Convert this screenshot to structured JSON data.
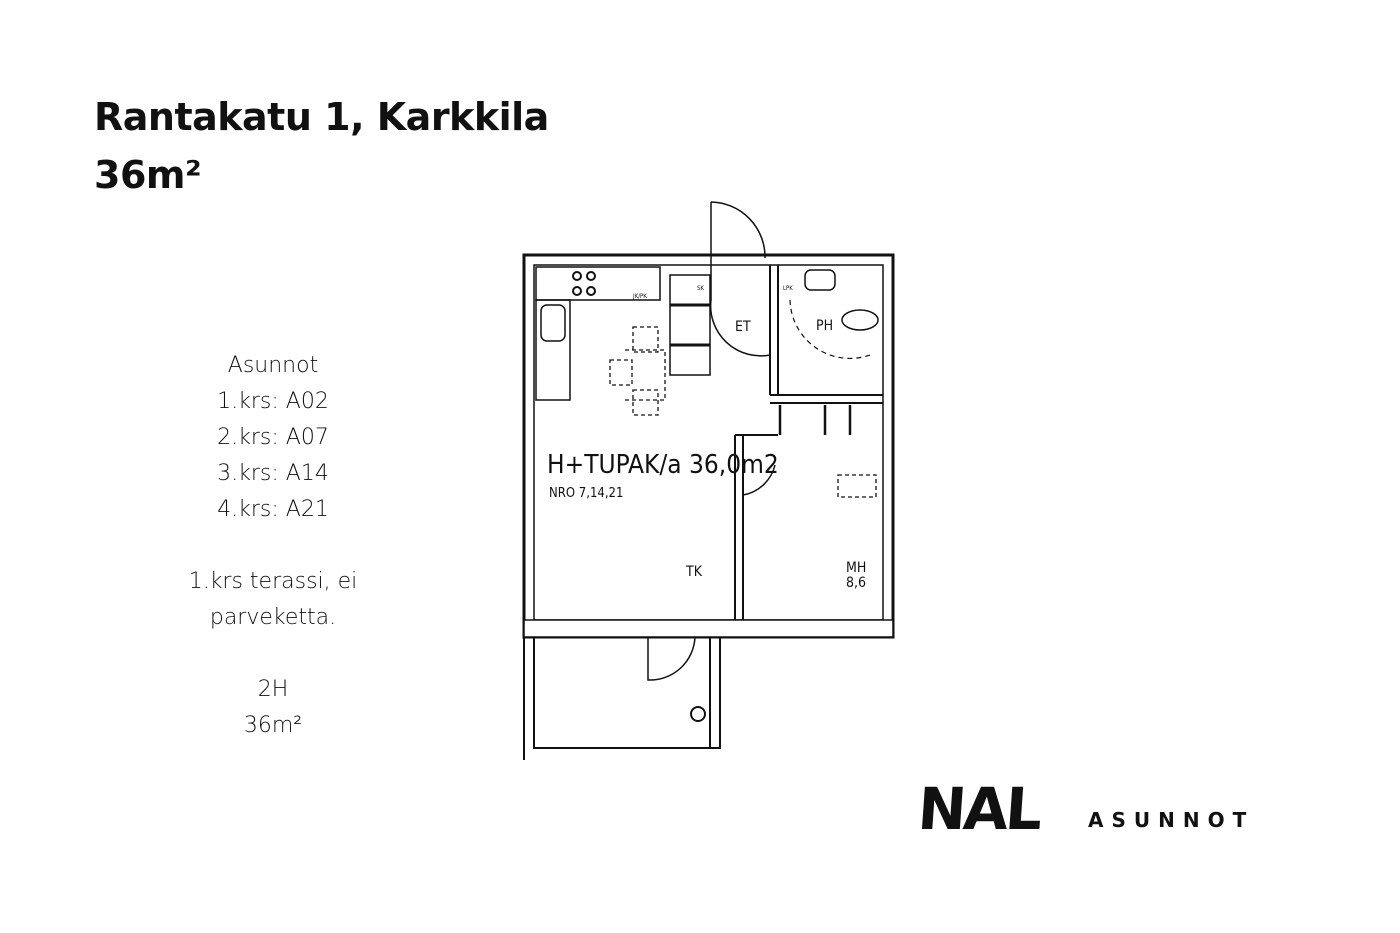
{
  "header": {
    "address": "Rantakatu 1, Karkkila",
    "size": "36m²"
  },
  "info": {
    "heading": "Asunnot",
    "floors": [
      "1.krs: A02",
      "2.krs: A07",
      "3.krs: A14",
      "4.krs: A21"
    ],
    "note_lines": [
      "1.krs terassi, ei",
      "parveketta."
    ],
    "type": "2H",
    "area": "36m²"
  },
  "floorplan": {
    "main_label": "H+TUPAK/a 36,0m2",
    "number_label": "NRO 7,14,21",
    "rooms": {
      "entry": "ET",
      "bathroom": "PH",
      "kitchen_living": "TK",
      "bedroom": "MH",
      "bedroom_area": "8,6"
    },
    "fixtures": {
      "wardrobe": "SK",
      "fridge": "JK/PK",
      "washer": "LPK"
    }
  },
  "brand": {
    "logo": "NAL",
    "wordmark": "ASUNNOT"
  }
}
